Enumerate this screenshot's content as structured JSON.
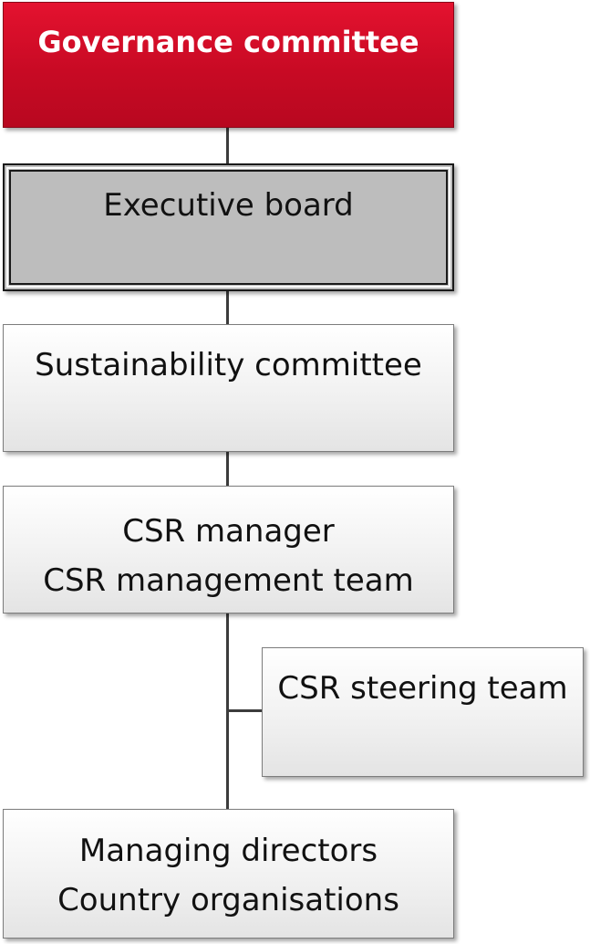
{
  "org_chart": {
    "governance_committee": "Governance committee",
    "executive_board": "Executive board",
    "sustainability_committee": "Sustainability committee",
    "csr_manager": {
      "line1": "CSR manager",
      "line2": "CSR management team"
    },
    "csr_steering_team": "CSR steering team",
    "managing_directors": {
      "line1": "Managing directors",
      "line2": "Country organisations"
    }
  },
  "colors": {
    "governance_fill": "#d40d2a",
    "executive_fill": "#bdbdbd",
    "light_box_fill": "#f1f1f1",
    "connector": "#3c3c3c"
  }
}
